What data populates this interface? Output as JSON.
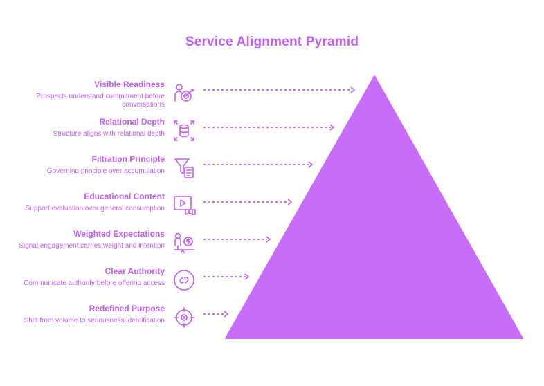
{
  "title": "Service Alignment Pyramid",
  "colors": {
    "accent": "#c15df2",
    "pyramid_fill": "#c86cfa"
  },
  "levels": [
    {
      "label": "Visible Readiness",
      "description": "Prospects understand commitment before conversations",
      "icon": "user-target-icon"
    },
    {
      "label": "Relational Depth",
      "description": "Structure aligns with relational depth",
      "icon": "database-expand-icon"
    },
    {
      "label": "Filtration Principle",
      "description": "Governing principle over accumulation",
      "icon": "filter-document-icon"
    },
    {
      "label": "Educational Content",
      "description": "Support evaluation over general consumption",
      "icon": "video-book-icon"
    },
    {
      "label": "Weighted Expectations",
      "description": "Signal engagement carries weight and intention",
      "icon": "user-coin-icon"
    },
    {
      "label": "Clear Authority",
      "description": "Communicate authority before offering access",
      "icon": "link-circle-icon"
    },
    {
      "label": "Redefined Purpose",
      "description": "Shift from volume to seriousness identification",
      "icon": "target-crosshair-icon"
    }
  ]
}
